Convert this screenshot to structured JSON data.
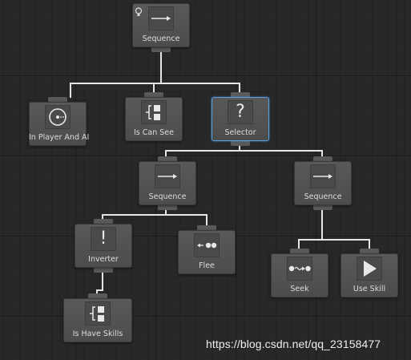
{
  "nodes": {
    "root_sequence": {
      "label": "Sequence",
      "icon": "arrow-right-icon"
    },
    "in_player_and_ai": {
      "label": "In Player And AI",
      "icon": "conditional-node-icon"
    },
    "is_can_see": {
      "label": "Is Can See",
      "icon": "task-tree-icon"
    },
    "selector": {
      "label": "Selector",
      "icon": "question-mark-icon"
    },
    "sequence_left": {
      "label": "Sequence",
      "icon": "arrow-right-icon"
    },
    "sequence_right": {
      "label": "Sequence",
      "icon": "arrow-right-icon"
    },
    "inverter": {
      "label": "Inverter",
      "icon": "exclamation-icon"
    },
    "flee": {
      "label": "Flee",
      "icon": "flee-icon"
    },
    "seek": {
      "label": "Seek",
      "icon": "seek-icon"
    },
    "use_skill": {
      "label": "Use Skill",
      "icon": "play-icon"
    },
    "is_have_skills": {
      "label": "Is Have Skills",
      "icon": "task-tree-icon"
    }
  },
  "watermark": "https://blog.csdn.net/qq_23158477",
  "colors": {
    "background": "#282828",
    "node": "#535353",
    "selected_border": "#5d9ee0",
    "connector": "#e6e6e6"
  }
}
